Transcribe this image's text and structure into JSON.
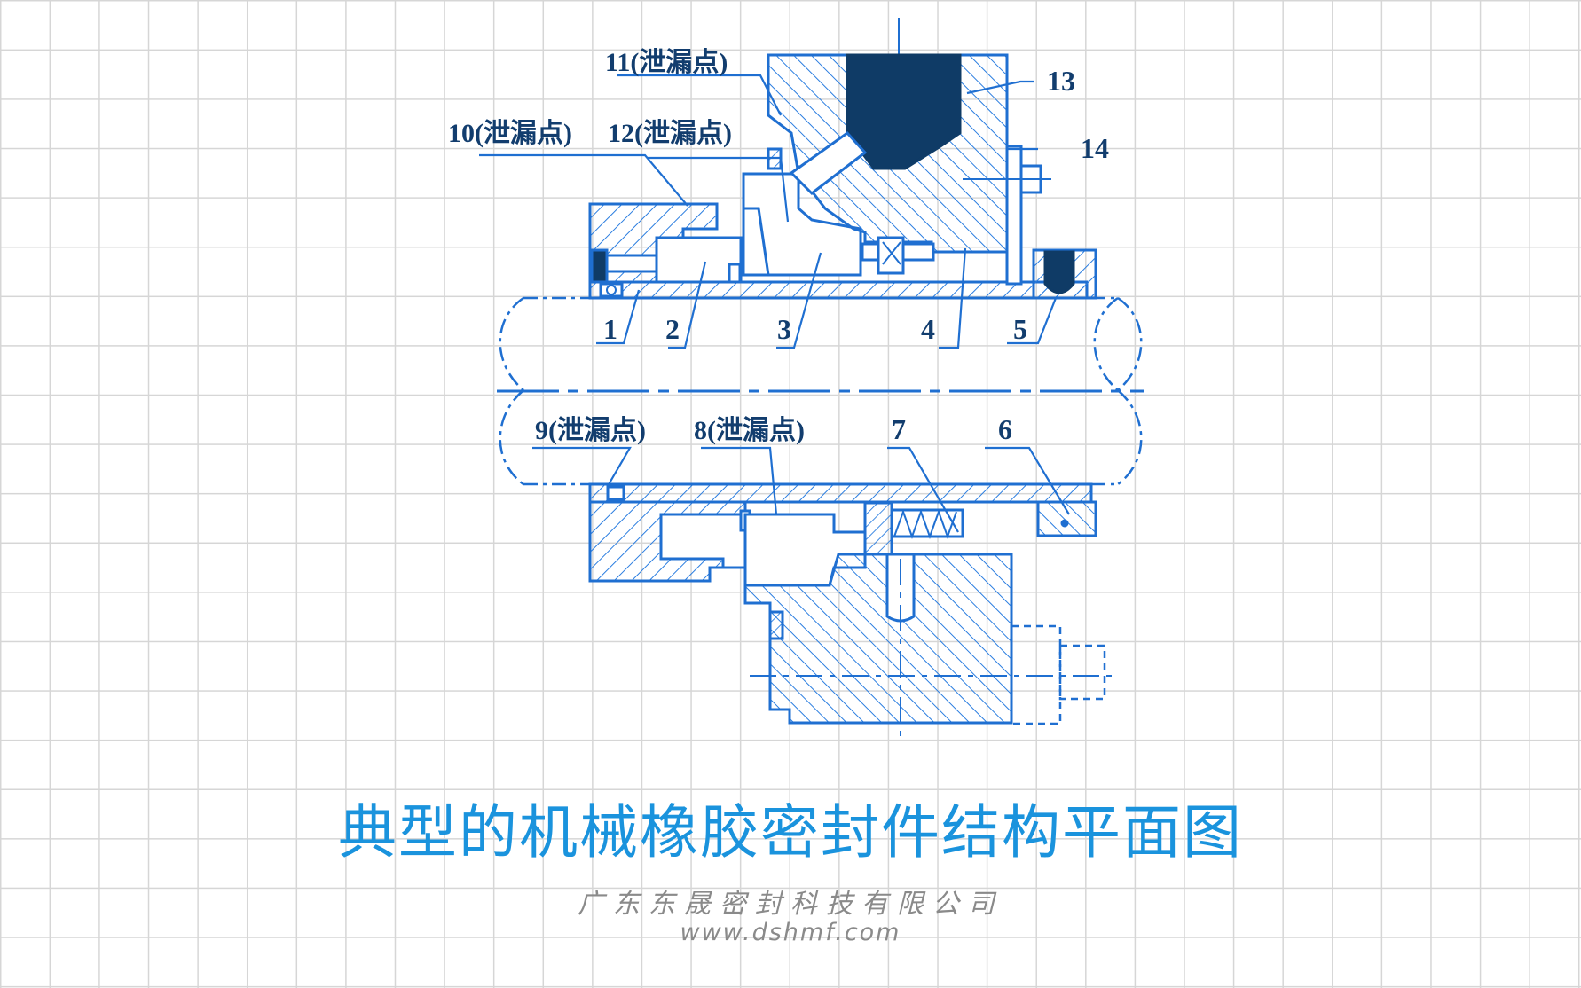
{
  "diagram": {
    "kind": "mechanical-seal-cross-section",
    "colors": {
      "line": "#1f6fd1",
      "dark_fill": "#0f3b66",
      "label": "#123d6e",
      "grid": "#d6d6d6",
      "title": "#1a93dd",
      "footer": "#8a8a8a"
    },
    "labels": [
      {
        "id": "1",
        "text": "1"
      },
      {
        "id": "2",
        "text": "2"
      },
      {
        "id": "3",
        "text": "3"
      },
      {
        "id": "4",
        "text": "4"
      },
      {
        "id": "5",
        "text": "5"
      },
      {
        "id": "6",
        "text": "6"
      },
      {
        "id": "7",
        "text": "7"
      },
      {
        "id": "8",
        "text": "8(泄漏点)"
      },
      {
        "id": "9",
        "text": "9(泄漏点)"
      },
      {
        "id": "10",
        "text": "10(泄漏点)"
      },
      {
        "id": "11",
        "text": "11(泄漏点)"
      },
      {
        "id": "12",
        "text": "12(泄漏点)"
      },
      {
        "id": "13",
        "text": "13"
      },
      {
        "id": "14",
        "text": "14"
      }
    ]
  },
  "title": "典型的机械橡胶密封件结构平面图",
  "footer": {
    "company": "广东东晟密封科技有限公司",
    "website": "www.dshmf.com"
  }
}
